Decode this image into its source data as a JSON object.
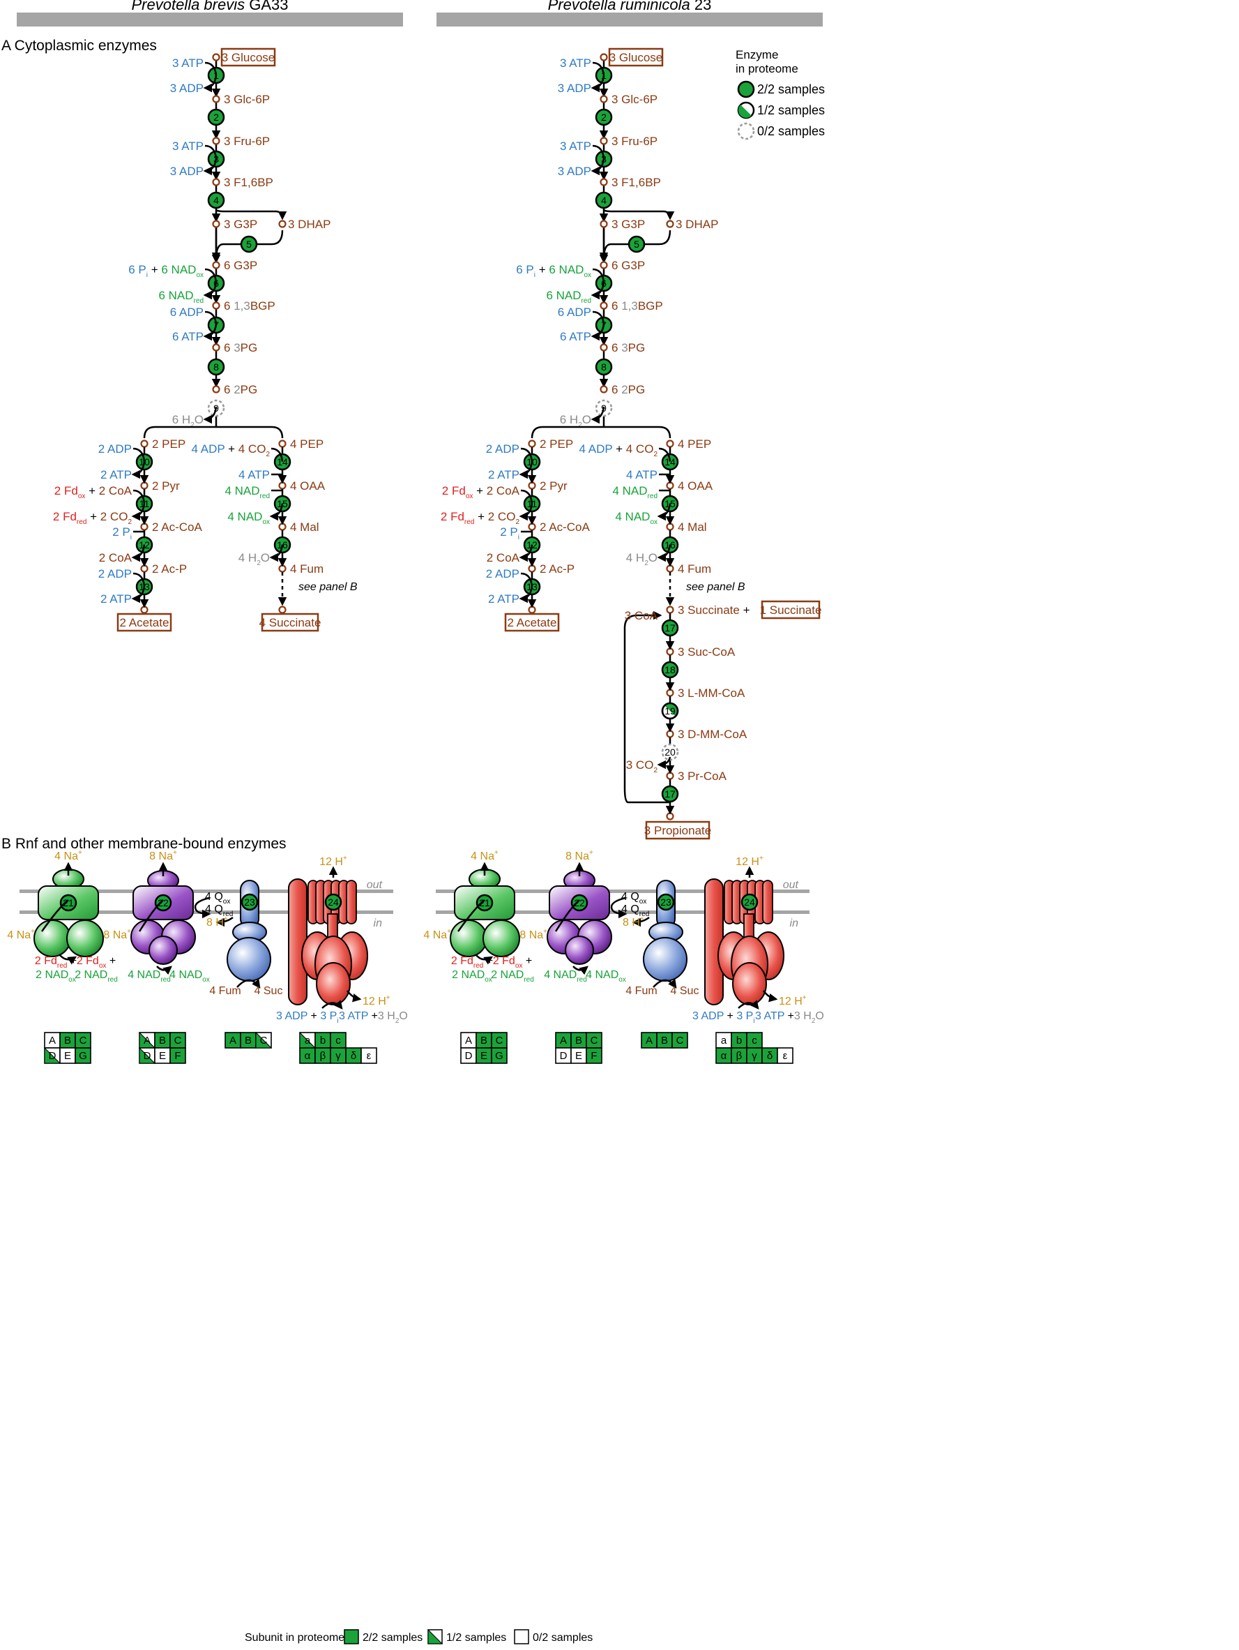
{
  "headers": {
    "left_italic": "Prevotella brevis",
    "left_strain": " GA33",
    "right_italic": "Prevotella ruminicola",
    "right_strain": " 23"
  },
  "panel_a_title": "A Cytoplasmic enzymes",
  "panel_b_title": "B Rnf and other membrane-bound enzymes",
  "legend_enzyme": {
    "title1": "Enzyme",
    "title2": "in proteome",
    "full": "2/2 samples",
    "half": "1/2 samples",
    "none": "0/2 samples"
  },
  "legend_subunit": {
    "title": "Subunit in proteome",
    "full": "2/2 samples",
    "half": "1/2 samples",
    "none": "0/2 samples"
  },
  "colors": {
    "enzyme_full": "#1aa33a",
    "metabolite": "#8b3a12",
    "energy_blue": "#2f7bc4",
    "nad_green": "#17a33a",
    "fd_red": "#e0211d",
    "water_grey": "#8a8a8a",
    "ion_gold": "#c89114",
    "rnf_green": "#5cc766",
    "purple": "#8a3fb8",
    "blue": "#6f93d3",
    "red": "#e8544a",
    "bar_grey": "#a5a5a5"
  },
  "metabolites": {
    "glucose": "3 Glucose",
    "glc6p": "3 Glc-6P",
    "fru6p": "3 Fru-6P",
    "f16bp": "3 F1,6BP",
    "g3p": "3 G3P",
    "dhap": "3 DHAP",
    "g3p6": "6 G3P",
    "bgp_num": "6 ",
    "bgp_grey": "1,3",
    "bgp_rest": "BGP",
    "pg3_num": "6 ",
    "pg3_grey": "3",
    "pg3_rest": "PG",
    "pg2_num": "6 ",
    "pg2_grey": "2",
    "pg2_rest": "PG",
    "pep2": "2 PEP",
    "pyr": "2 Pyr",
    "acoa": "2 Ac-CoA",
    "acp": "2 Ac-P",
    "acetate": "2 Acetate",
    "pep4": "4 PEP",
    "oaa": "4 OAA",
    "mal": "4 Mal",
    "fum": "4 Fum",
    "succinate4": "4 Succinate",
    "see_panel_b": "see panel B",
    "succ3": "3 Succinate",
    "succ1": "1 Succinate",
    "suc_coa": "3 Suc-CoA",
    "lmm": "3 L-MM-CoA",
    "dmm": "3 D-MM-CoA",
    "prcoa": "3 Pr-CoA",
    "propionate": "3 Propionate",
    "coa3": "3 CoA",
    "co2_3": "3 CO",
    "plus": "+"
  },
  "cofactors": {
    "atp3": "3 ATP",
    "adp3": "3 ADP",
    "pi6": "6 P",
    "pi_sub": "i",
    "nad6": "6 NAD",
    "ox": "ox",
    "red": "red",
    "adp6": "6 ADP",
    "atp6": "6 ATP",
    "h2o6": "6 H",
    "h2o_sub": "2",
    "h2o_o": "O",
    "adp2": "2 ADP",
    "atp2": "2 ATP",
    "fd2": "2 Fd",
    "coa2": "2 CoA",
    "co2_2": "2 CO",
    "pi2": "2 P",
    "adp4": "4 ADP",
    "co2_4": "4 CO",
    "atp4": "4 ATP",
    "nad4": "4 NAD",
    "h2o4": "4 H"
  },
  "enzyme_numbers": [
    "1",
    "2",
    "3",
    "4",
    "5",
    "6",
    "7",
    "8",
    "9",
    "10",
    "11",
    "12",
    "13",
    "14",
    "15",
    "16",
    "17",
    "18",
    "19",
    "20",
    "17"
  ],
  "membrane": {
    "out": "out",
    "in": "in",
    "na4": "4 Na",
    "na8": "8 Na",
    "h8": "8 H",
    "h12": "12 H",
    "plus_sup": "+",
    "q4": "4 Q",
    "fd_red2": "2 Fd",
    "nad2": "2 NAD",
    "nad4": "4 NAD",
    "fum4": "4 Fum",
    "suc4": "4 Suc",
    "adp3": "3 ADP",
    "pi3": "3 P",
    "atp3": "3 ATP",
    "h2o3": "3 H",
    "enzymes": [
      "21",
      "22",
      "23",
      "24"
    ]
  },
  "subunits_left": {
    "rnf": [
      [
        "A",
        "none"
      ],
      [
        "B",
        "full"
      ],
      [
        "C",
        "full"
      ],
      [
        "D",
        "half"
      ],
      [
        "E",
        "none"
      ],
      [
        "G",
        "full"
      ]
    ],
    "nqr": [
      [
        "A",
        "half"
      ],
      [
        "B",
        "full"
      ],
      [
        "C",
        "full"
      ],
      [
        "D",
        "half"
      ],
      [
        "E",
        "none"
      ],
      [
        "F",
        "full"
      ]
    ],
    "frd": [
      [
        "A",
        "full"
      ],
      [
        "B",
        "full"
      ],
      [
        "C",
        "half"
      ]
    ],
    "atp": [
      [
        "a",
        "half"
      ],
      [
        "b",
        "full"
      ],
      [
        "c",
        "full"
      ],
      [
        "α",
        "full"
      ],
      [
        "β",
        "full"
      ],
      [
        "γ",
        "full"
      ],
      [
        "δ",
        "full"
      ],
      [
        "ε",
        "none"
      ]
    ]
  },
  "subunits_right": {
    "rnf": [
      [
        "A",
        "none"
      ],
      [
        "B",
        "full"
      ],
      [
        "C",
        "full"
      ],
      [
        "D",
        "none"
      ],
      [
        "E",
        "full"
      ],
      [
        "G",
        "full"
      ]
    ],
    "nqr": [
      [
        "A",
        "full"
      ],
      [
        "B",
        "full"
      ],
      [
        "C",
        "full"
      ],
      [
        "D",
        "none"
      ],
      [
        "E",
        "none"
      ],
      [
        "F",
        "full"
      ]
    ],
    "frd": [
      [
        "A",
        "full"
      ],
      [
        "B",
        "full"
      ],
      [
        "C",
        "full"
      ]
    ],
    "atp": [
      [
        "a",
        "none"
      ],
      [
        "b",
        "full"
      ],
      [
        "c",
        "full"
      ],
      [
        "α",
        "full"
      ],
      [
        "β",
        "full"
      ],
      [
        "γ",
        "full"
      ],
      [
        "δ",
        "full"
      ],
      [
        "ε",
        "none"
      ]
    ]
  }
}
